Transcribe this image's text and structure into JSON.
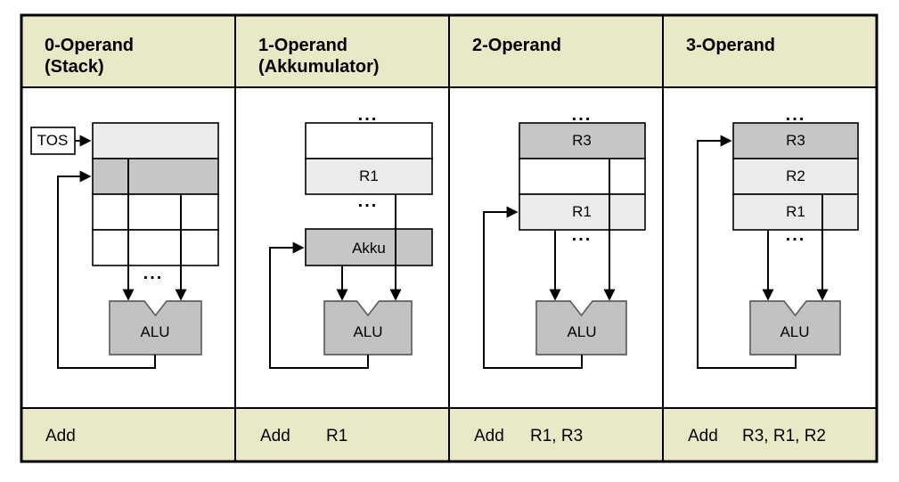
{
  "columns": [
    {
      "header": [
        "0-Operand",
        "(Stack)"
      ],
      "tos_label": "TOS",
      "registers": [
        "",
        "",
        "",
        ""
      ],
      "instruction": {
        "opcode": "Add",
        "operands": ""
      }
    },
    {
      "header": [
        "1-Operand",
        "(Akkumulator)"
      ],
      "akku_label": "Akku",
      "registers": [
        "",
        "R1"
      ],
      "instruction": {
        "opcode": "Add",
        "operands": "R1"
      }
    },
    {
      "header": [
        "2-Operand"
      ],
      "registers": [
        "R3",
        "",
        "R1"
      ],
      "instruction": {
        "opcode": "Add",
        "operands": "R1, R3"
      }
    },
    {
      "header": [
        "3-Operand"
      ],
      "registers": [
        "R3",
        "R2",
        "R1"
      ],
      "instruction": {
        "opcode": "Add",
        "operands": "R3, R1, R2"
      }
    }
  ],
  "shared": {
    "alu_label": "ALU",
    "ellipsis": "..."
  },
  "colors": {
    "header_bg": "#e9e9c8",
    "footer_bg": "#e9e9c8",
    "register_light": "#ebebeb",
    "register_dark": "#c6c6c6",
    "alu_fill": "#c2c2c2",
    "line": "#000000",
    "background": "#ffffff"
  }
}
